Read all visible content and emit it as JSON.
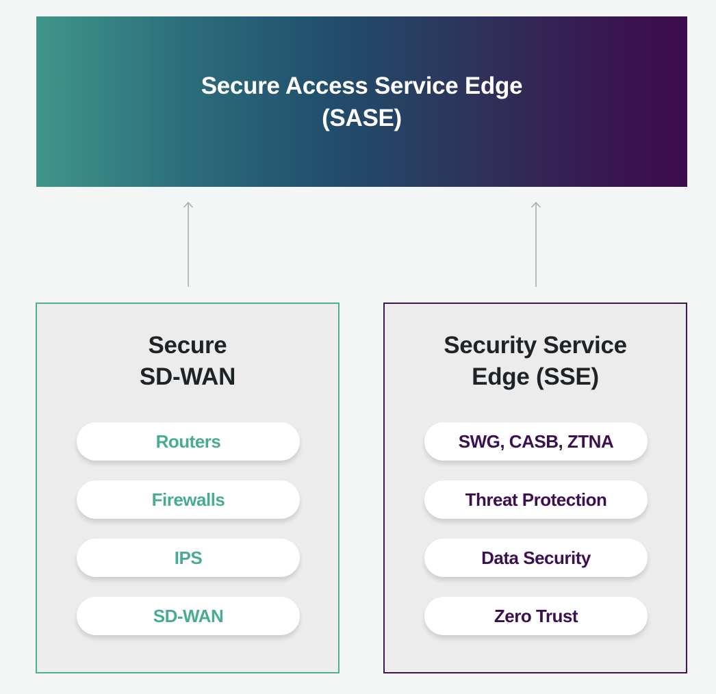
{
  "banner": {
    "line1": "Secure Access Service Edge",
    "line2": "(SASE)"
  },
  "left_panel": {
    "title_line1": "Secure",
    "title_line2": "SD-WAN",
    "items": [
      "Routers",
      "Firewalls",
      "IPS",
      "SD-WAN"
    ]
  },
  "right_panel": {
    "title_line1": "Security Service",
    "title_line2": "Edge (SSE)",
    "items": [
      "SWG, CASB, ZTNA",
      "Threat Protection",
      "Data Security",
      "Zero Trust"
    ]
  },
  "colors": {
    "banner_gradient_start": "#3f968a",
    "banner_gradient_end": "#3d0c4e",
    "left_accent": "#4fae98",
    "right_accent": "#3d1650",
    "arrow": "#a9abad",
    "background": "#f4f5f5"
  },
  "icons": {
    "left_arrow": "arrow-up-icon",
    "right_arrow": "arrow-up-icon"
  }
}
